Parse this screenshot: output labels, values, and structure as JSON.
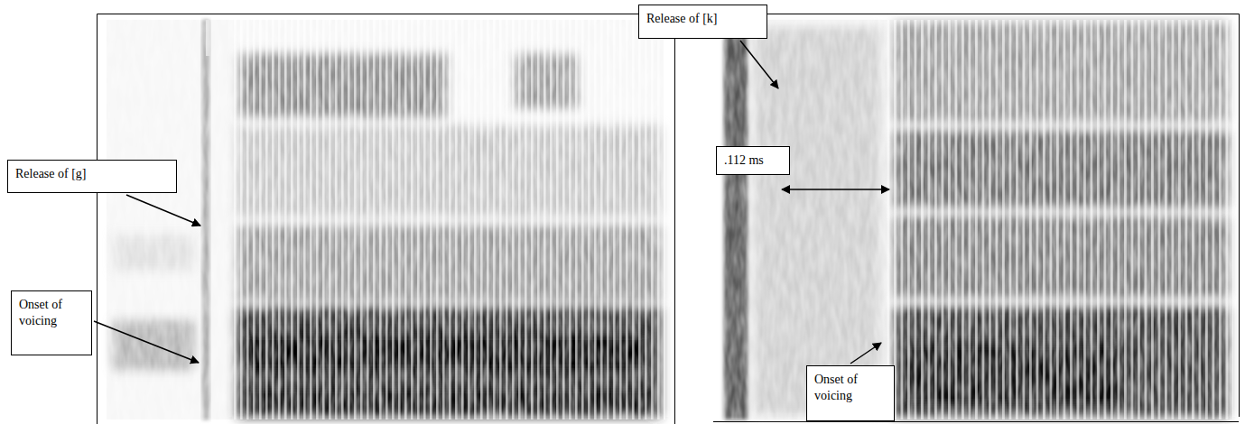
{
  "diagram": {
    "nodes": [
      {
        "text": [
          "Release of [g]"
        ]
      },
      {
        "text": [
          "Onset of voicing"
        ]
      },
      {
        "text": [
          "Release of [k]"
        ]
      },
      {
        "text": [
          ".112 ms"
        ]
      },
      {
        "text": [
          "Onset of voicing"
        ]
      }
    ]
  }
}
